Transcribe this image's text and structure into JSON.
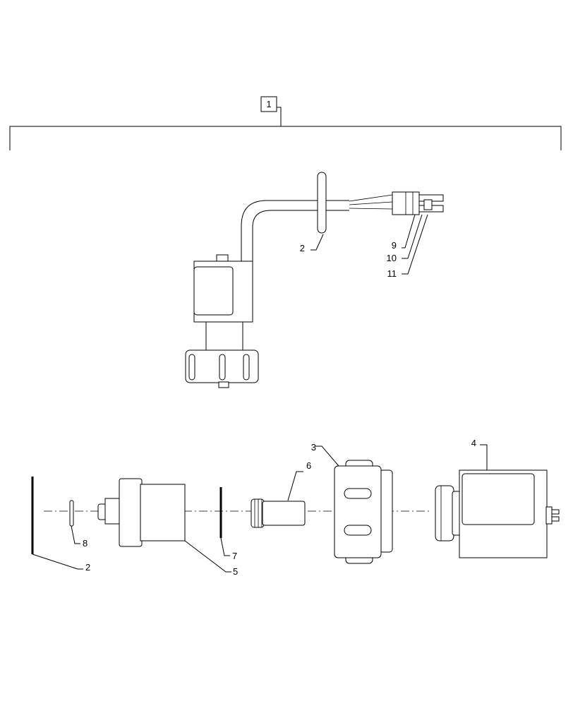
{
  "callouts": {
    "assembly": "1",
    "seal_upper": "2",
    "seal_lower": "2",
    "housing": "3",
    "coil": "4",
    "valve_body": "5",
    "plunger": "6",
    "o_ring_large": "7",
    "o_ring_small": "8",
    "terminal_a": "9",
    "terminal_b": "10",
    "terminal_c": "11"
  }
}
